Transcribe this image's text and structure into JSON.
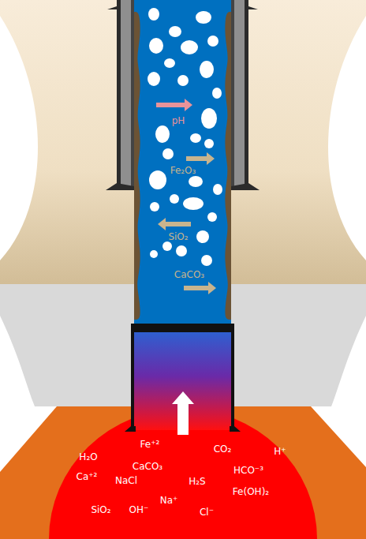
{
  "diagram": {
    "labels": [
      "pH",
      "Fe₂O₃",
      "SiO₂",
      "CaCO₃",
      "Fe⁺²",
      "H₂O",
      "CaCO₃",
      "CO₂",
      "H⁺",
      "Ca⁺²",
      "NaCl",
      "HCO⁻³",
      "H₂S",
      "Na⁺",
      "Fe(OH)₂",
      "SiO₂",
      "OH⁻",
      "Cl⁻"
    ]
  }
}
